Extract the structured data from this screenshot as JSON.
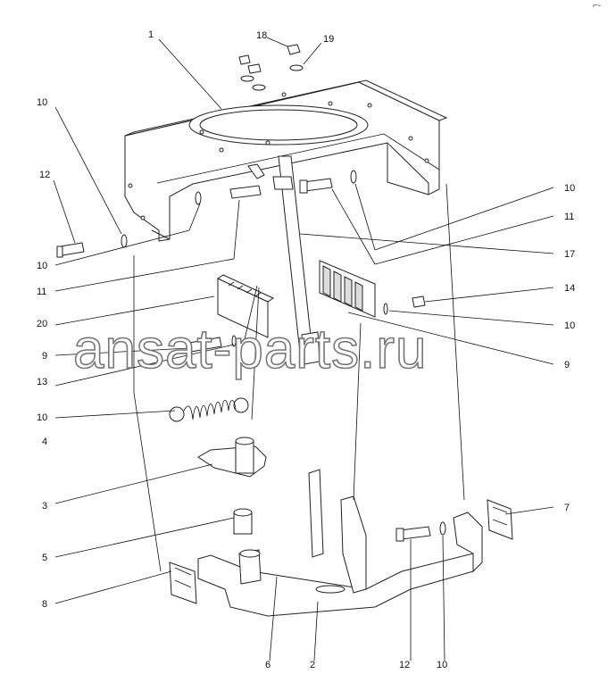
{
  "corner_mark": "⌐-",
  "watermark": "ansat-parts.ru",
  "callouts": [
    "1",
    "18",
    "19",
    "10",
    "12",
    "10",
    "11",
    "20",
    "9",
    "13",
    "10",
    "4",
    "3",
    "5",
    "8",
    "6",
    "2",
    "12",
    "10",
    "10",
    "11",
    "17",
    "14",
    "10",
    "9",
    "7"
  ]
}
